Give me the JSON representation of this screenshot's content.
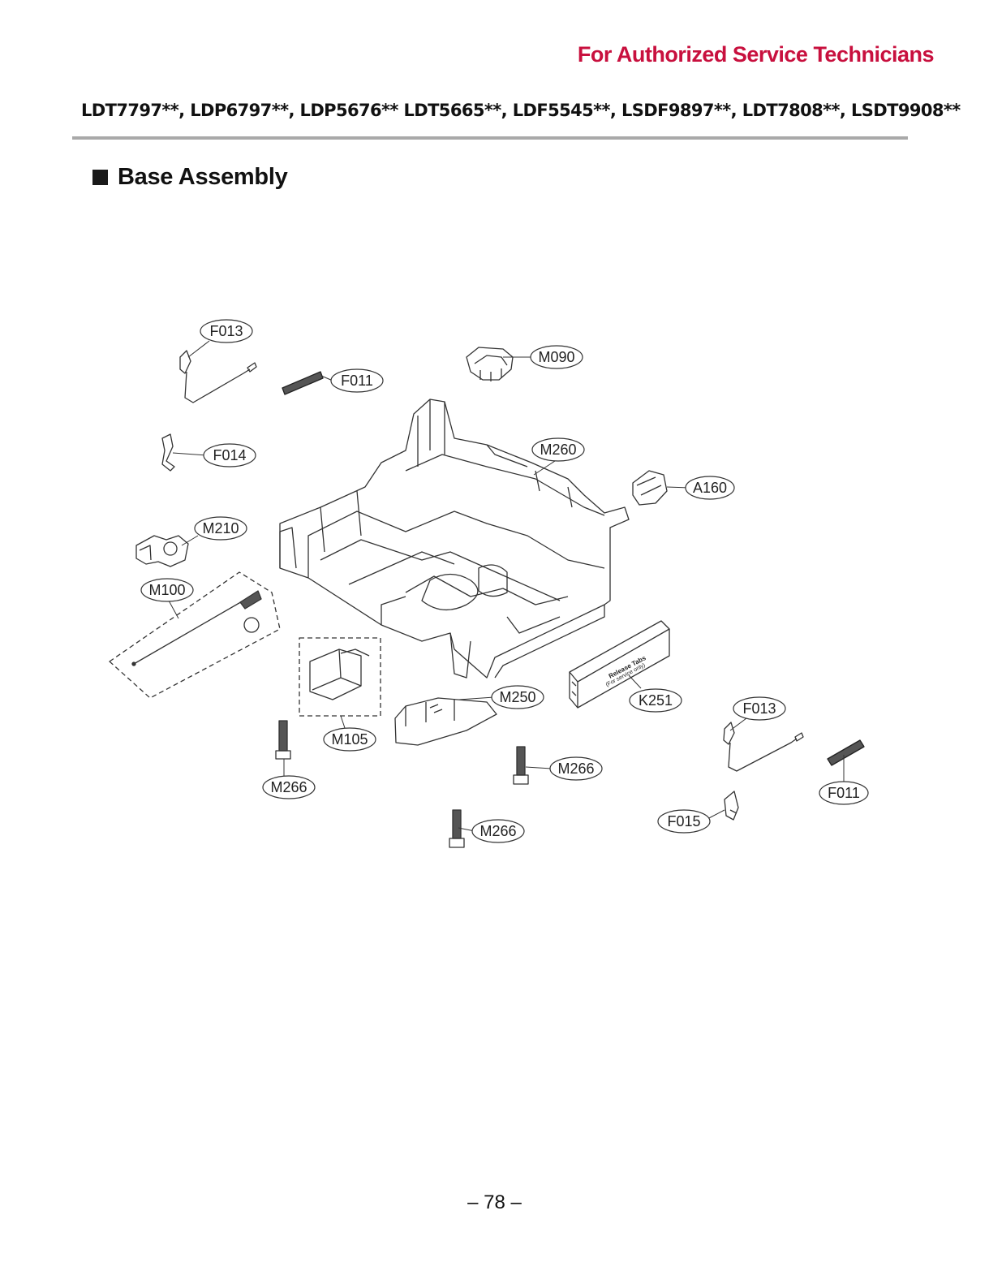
{
  "header": {
    "note": "For Authorized Service Technicians",
    "note_color": "#c8103e",
    "models": "LDT7797**, LDP6797**, LDP5676** LDT5665**, LDF5545**, LSDF9897**, LDT7808**, LSDT9908**"
  },
  "section": {
    "title": "Base Assembly"
  },
  "callouts": [
    {
      "label": "F013"
    },
    {
      "label": "F011"
    },
    {
      "label": "M090"
    },
    {
      "label": "F014"
    },
    {
      "label": "M260"
    },
    {
      "label": "A160"
    },
    {
      "label": "M210"
    },
    {
      "label": "M100"
    },
    {
      "label": "M250"
    },
    {
      "label": "K251"
    },
    {
      "label": "F013"
    },
    {
      "label": "M105"
    },
    {
      "label": "M266"
    },
    {
      "label": "M266"
    },
    {
      "label": "F011"
    },
    {
      "label": "M266"
    },
    {
      "label": "F015"
    }
  ],
  "parts_text": {
    "release_tabs": "Release Tabs",
    "for_service_only": "(For service only)"
  },
  "footer": {
    "page_number": "– 78 –"
  }
}
